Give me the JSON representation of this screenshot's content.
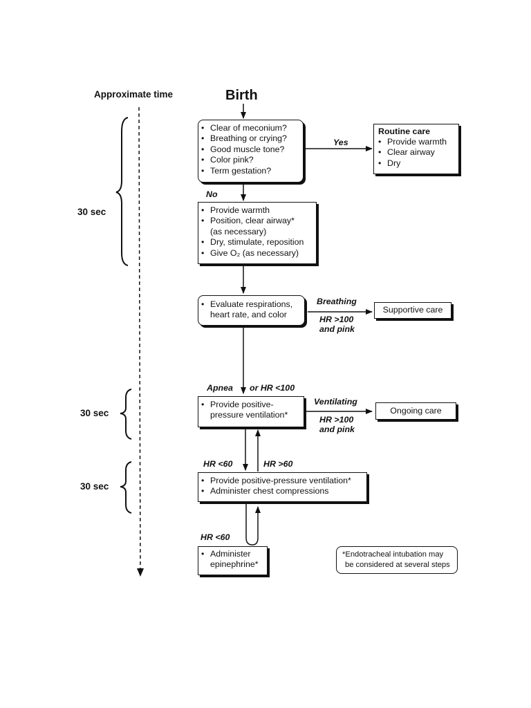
{
  "time_axis": {
    "label": "Approximate time"
  },
  "braces": [
    "30 sec",
    "30 sec",
    "30 sec"
  ],
  "start_label": "Birth",
  "nodes": {
    "assess": [
      "Clear of meconium?",
      "Breathing or crying?",
      "Good muscle tone?",
      "Color pink?",
      "Term gestation?"
    ],
    "routine": {
      "title": "Routine care",
      "items": [
        "Provide warmth",
        "Clear airway",
        "Dry"
      ]
    },
    "initial": [
      "Provide warmth",
      "Position, clear airway*",
      "(as necessary)",
      "Dry, stimulate, reposition",
      "Give O₂ (as necessary)"
    ],
    "evaluate": [
      "Evaluate respirations,",
      "heart rate, and color"
    ],
    "supportive": "Supportive care",
    "ppv": [
      "Provide positive-",
      "pressure ventilation*"
    ],
    "ongoing": "Ongoing care",
    "compressions": [
      "Provide positive-pressure ventilation*",
      "Administer chest compressions"
    ],
    "epinephrine": [
      "Administer",
      "epinephrine*"
    ],
    "note": [
      "*Endotracheal intubation may",
      "be considered at several steps"
    ]
  },
  "edge_labels": {
    "yes": "Yes",
    "no": "No",
    "breathing": "Breathing",
    "hr100_pink_1": [
      "HR >100",
      "and pink"
    ],
    "apnea": "Apnea",
    "or_hr100": "or HR <100",
    "ventilating": "Ventilating",
    "hr100_pink_2": [
      "HR >100",
      "and pink"
    ],
    "hr60_lt": "HR <60",
    "hr60_gt": "HR >60",
    "hr60_lt_2": "HR <60"
  }
}
